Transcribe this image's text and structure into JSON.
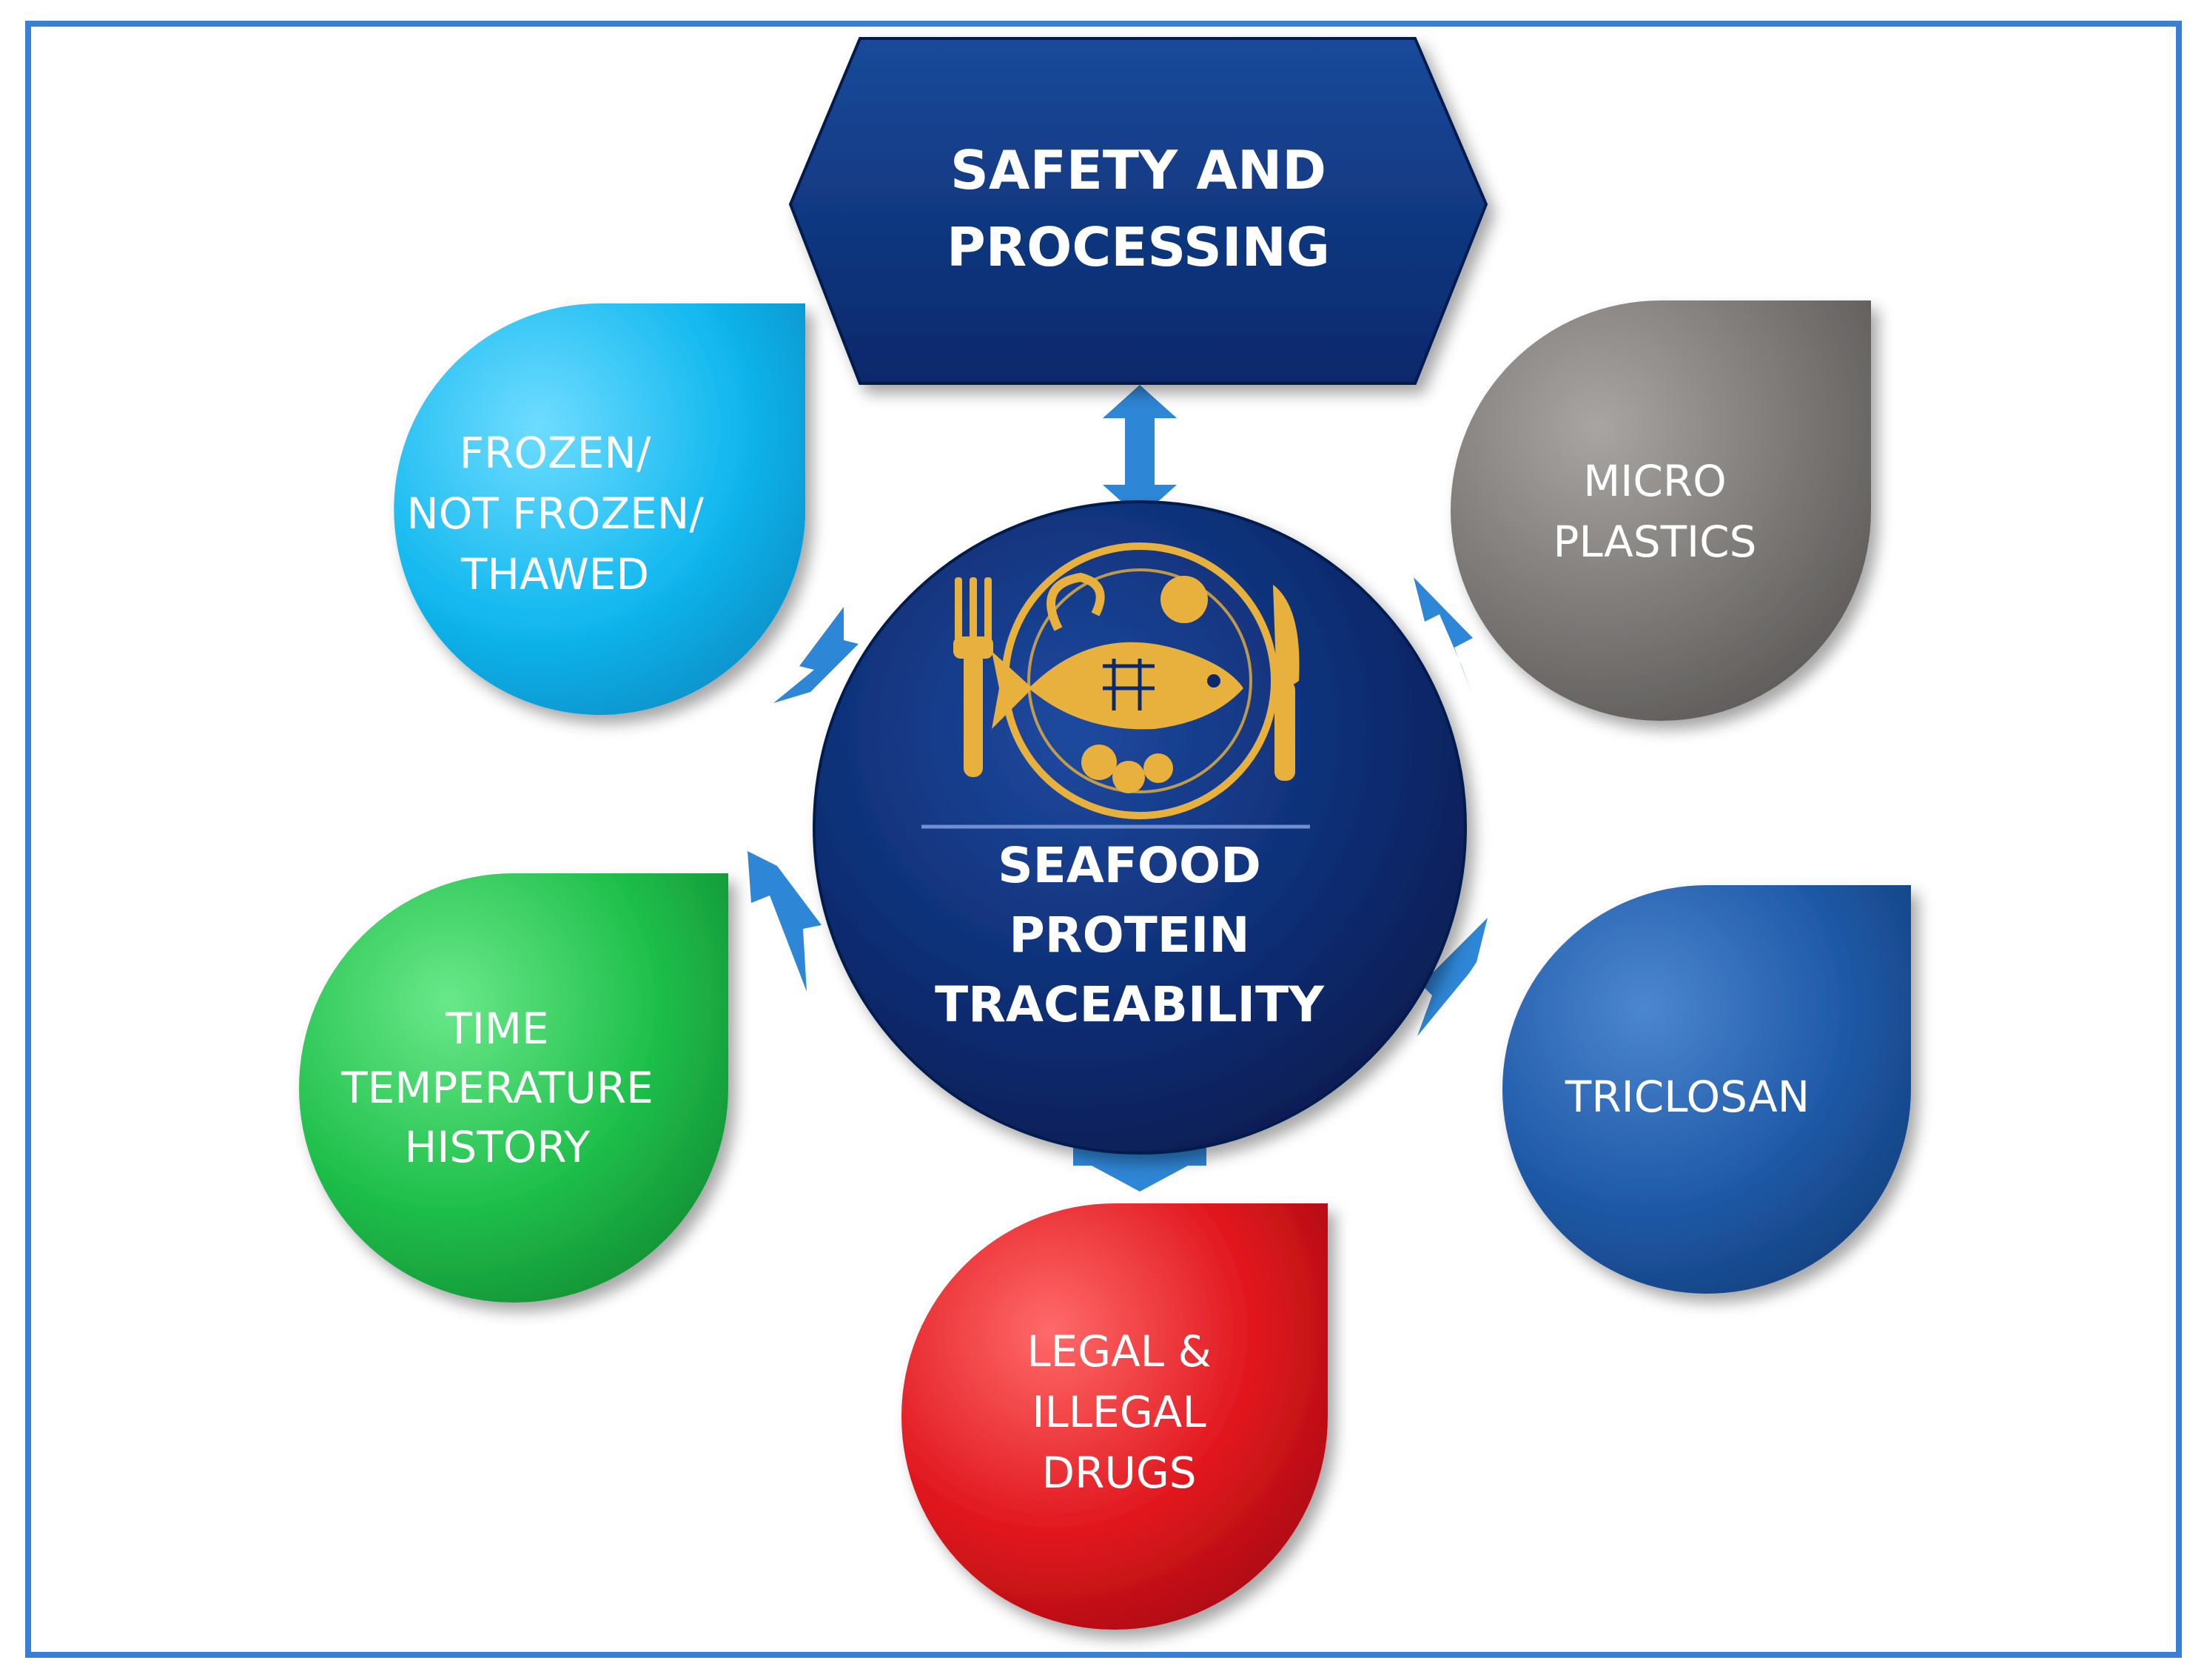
{
  "hub": {
    "lines": [
      "SEAFOOD",
      "PROTEIN",
      "TRACEABILITY"
    ],
    "color": "#0a2a6b"
  },
  "top": {
    "lines": [
      "SAFETY AND",
      "PROCESSING"
    ],
    "color": "#0b2f77"
  },
  "drops": [
    {
      "id": "frozen",
      "lines": [
        "FROZEN/",
        "NOT FROZEN/",
        "THAWED"
      ],
      "color": "#12b8ef"
    },
    {
      "id": "micro",
      "lines": [
        "MICRO",
        "PLASTICS"
      ],
      "color": "#7a7775"
    },
    {
      "id": "time",
      "lines": [
        "TIME",
        "TEMPERATURE",
        "HISTORY"
      ],
      "color": "#1fbf4b"
    },
    {
      "id": "triclosan",
      "lines": [
        "TRICLOSAN"
      ],
      "color": "#1f5aa8"
    },
    {
      "id": "drugs",
      "lines": [
        "LEGAL &",
        "ILLEGAL",
        "DRUGS"
      ],
      "color": "#e0161d"
    }
  ],
  "colors": {
    "frame": "#3a7fd6",
    "arrow": "#2e86d6",
    "emblem": "#e8b13d"
  },
  "icons": [
    "fork-icon",
    "knife-icon",
    "fish-plate-icon"
  ]
}
